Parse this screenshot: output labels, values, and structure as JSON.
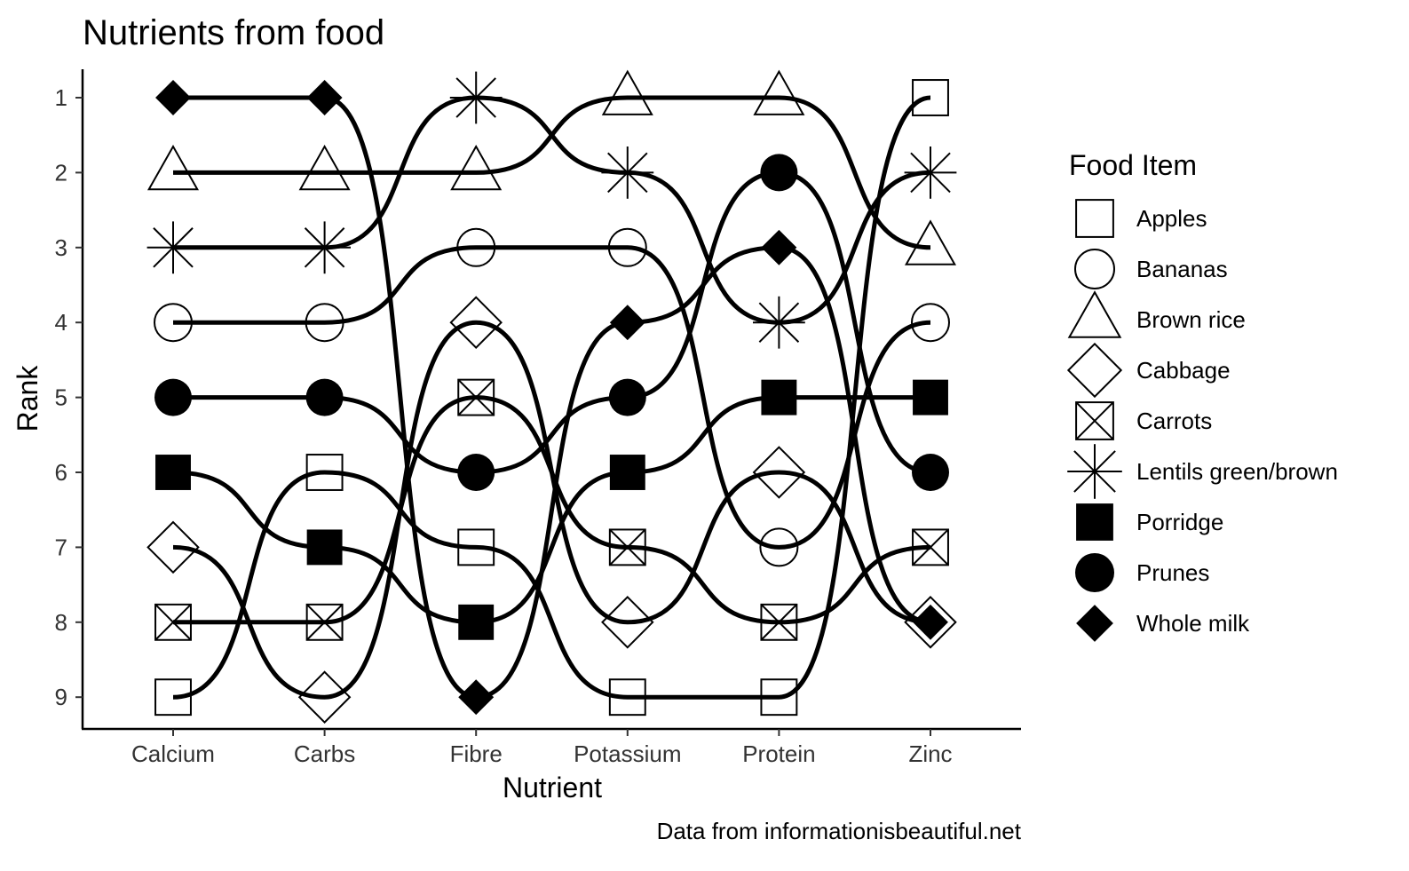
{
  "chart_data": {
    "type": "line",
    "title": "Nutrients from food",
    "xlabel": "Nutrient",
    "ylabel": "Rank",
    "caption": "Data from informationisbeautiful.net",
    "categories": [
      "Calcium",
      "Carbs",
      "Fibre",
      "Potassium",
      "Protein",
      "Zinc"
    ],
    "y_ticks": [
      "1",
      "2",
      "3",
      "4",
      "5",
      "6",
      "7",
      "8",
      "9"
    ],
    "ylim": [
      1,
      9
    ],
    "y_reversed": true,
    "grid": false,
    "legend": {
      "title": "Food Item",
      "position": "right"
    },
    "series": [
      {
        "name": "Apples",
        "shape": "square-open",
        "values": [
          9,
          6,
          7,
          9,
          9,
          1
        ]
      },
      {
        "name": "Bananas",
        "shape": "circle-open",
        "values": [
          4,
          4,
          3,
          3,
          7,
          4
        ]
      },
      {
        "name": "Brown rice",
        "shape": "triangle-open",
        "values": [
          2,
          2,
          2,
          1,
          1,
          3
        ]
      },
      {
        "name": "Cabbage",
        "shape": "diamond-open",
        "values": [
          7,
          9,
          4,
          8,
          6,
          8
        ]
      },
      {
        "name": "Carrots",
        "shape": "square-cross",
        "values": [
          8,
          8,
          5,
          7,
          8,
          7
        ]
      },
      {
        "name": "Lentils green/brown",
        "shape": "asterisk",
        "values": [
          3,
          3,
          1,
          2,
          4,
          2
        ]
      },
      {
        "name": "Porridge",
        "shape": "square-filled",
        "values": [
          6,
          7,
          8,
          6,
          5,
          5
        ]
      },
      {
        "name": "Prunes",
        "shape": "circle-filled",
        "values": [
          5,
          5,
          6,
          5,
          2,
          6
        ]
      },
      {
        "name": "Whole milk",
        "shape": "diamond-filled",
        "values": [
          1,
          1,
          9,
          4,
          3,
          8
        ]
      }
    ]
  }
}
